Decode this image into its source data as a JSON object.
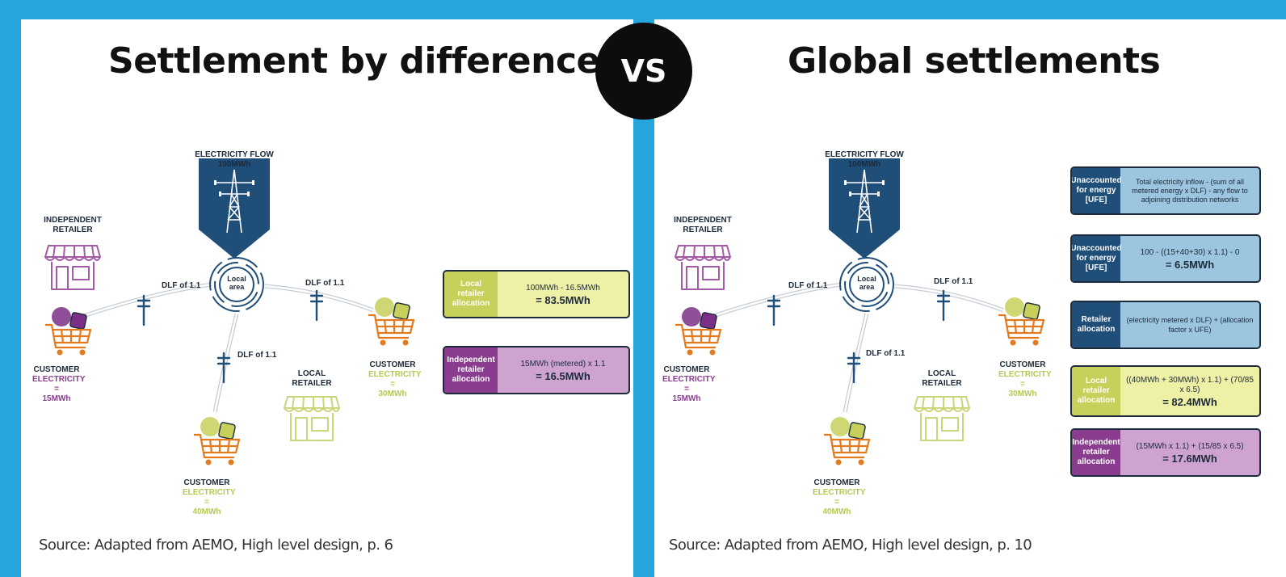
{
  "vs": "VS",
  "left": {
    "title": "Settlement by difference",
    "source": "Source: Adapted from AEMO, High level design, p. 6",
    "flow": {
      "line1": "ELECTRICITY FLOW",
      "line2": "100MWh"
    },
    "local_area": "Local area",
    "independent_retailer": {
      "line1": "INDEPENDENT",
      "line2": "RETAILER"
    },
    "local_retailer": {
      "line1": "LOCAL",
      "line2": "RETAILER"
    },
    "dlf": [
      "DLF of 1.1",
      "DLF of 1.1",
      "DLF of 1.1"
    ],
    "customers": [
      {
        "label": "CUSTOMER",
        "sub": "ELECTRICITY",
        "eq": "=",
        "value": "15MWh"
      },
      {
        "label": "CUSTOMER",
        "sub": "ELECTRICITY",
        "eq": "=",
        "value": "30MWh"
      },
      {
        "label": "CUSTOMER",
        "sub": "ELECTRICITY",
        "eq": "=",
        "value": "40MWh"
      }
    ],
    "boxes": [
      {
        "key": "Local retailer allocation",
        "formula": "100MWh - 16.5MWh",
        "result": "= 83.5MWh"
      },
      {
        "key": "Independent retailer allocation",
        "formula": "15MWh (metered) x 1.1",
        "result": "= 16.5MWh"
      }
    ]
  },
  "right": {
    "title": "Global settlements",
    "source": "Source: Adapted from AEMO, High level design, p. 10",
    "flow": {
      "line1": "ELECTRICITY FLOW",
      "line2": "100MWh"
    },
    "local_area": "Local area",
    "independent_retailer": {
      "line1": "INDEPENDENT",
      "line2": "RETAILER"
    },
    "local_retailer": {
      "line1": "LOCAL",
      "line2": "RETAILER"
    },
    "dlf": [
      "DLF of 1.1",
      "DLF of 1.1",
      "DLF of 1.1"
    ],
    "customers": [
      {
        "label": "CUSTOMER",
        "sub": "ELECTRICITY",
        "eq": "=",
        "value": "15MWh"
      },
      {
        "label": "CUSTOMER",
        "sub": "ELECTRICITY",
        "eq": "=",
        "value": "30MWh"
      },
      {
        "label": "CUSTOMER",
        "sub": "ELECTRICITY",
        "eq": "=",
        "value": "40MWh"
      }
    ],
    "boxes": [
      {
        "key": "Unaccounted for energy [UFE]",
        "formula": "Total electricity inflow - (sum of all metered energy x DLF) - any flow to adjoining distribution networks",
        "result": ""
      },
      {
        "key": "Unaccounted for energy [UFE]",
        "formula": "100 - ((15+40+30) x 1.1) - 0",
        "result": "= 6.5MWh"
      },
      {
        "key": "Retailer allocation",
        "formula": "(electricity metered x DLF) + (allocation factor x UFE)",
        "result": ""
      },
      {
        "key": "Local retailer allocation",
        "formula": "((40MWh + 30MWh) x 1.1) + (70/85 x 6.5)",
        "result": "= 82.4MWh"
      },
      {
        "key": "Independent retailer allocation",
        "formula": "(15MWh x 1.1) + (15/85 x 6.5)",
        "result": "= 17.6MWh"
      }
    ]
  },
  "colors": {
    "frame": "#26a6dd",
    "navy": "#1f4e79",
    "purple": "#8a3d8f",
    "lime": "#c6d05a",
    "lime_bg": "#eef0a6",
    "purple_bg": "#cfa3d0",
    "blue_bg": "#9cc6df"
  }
}
